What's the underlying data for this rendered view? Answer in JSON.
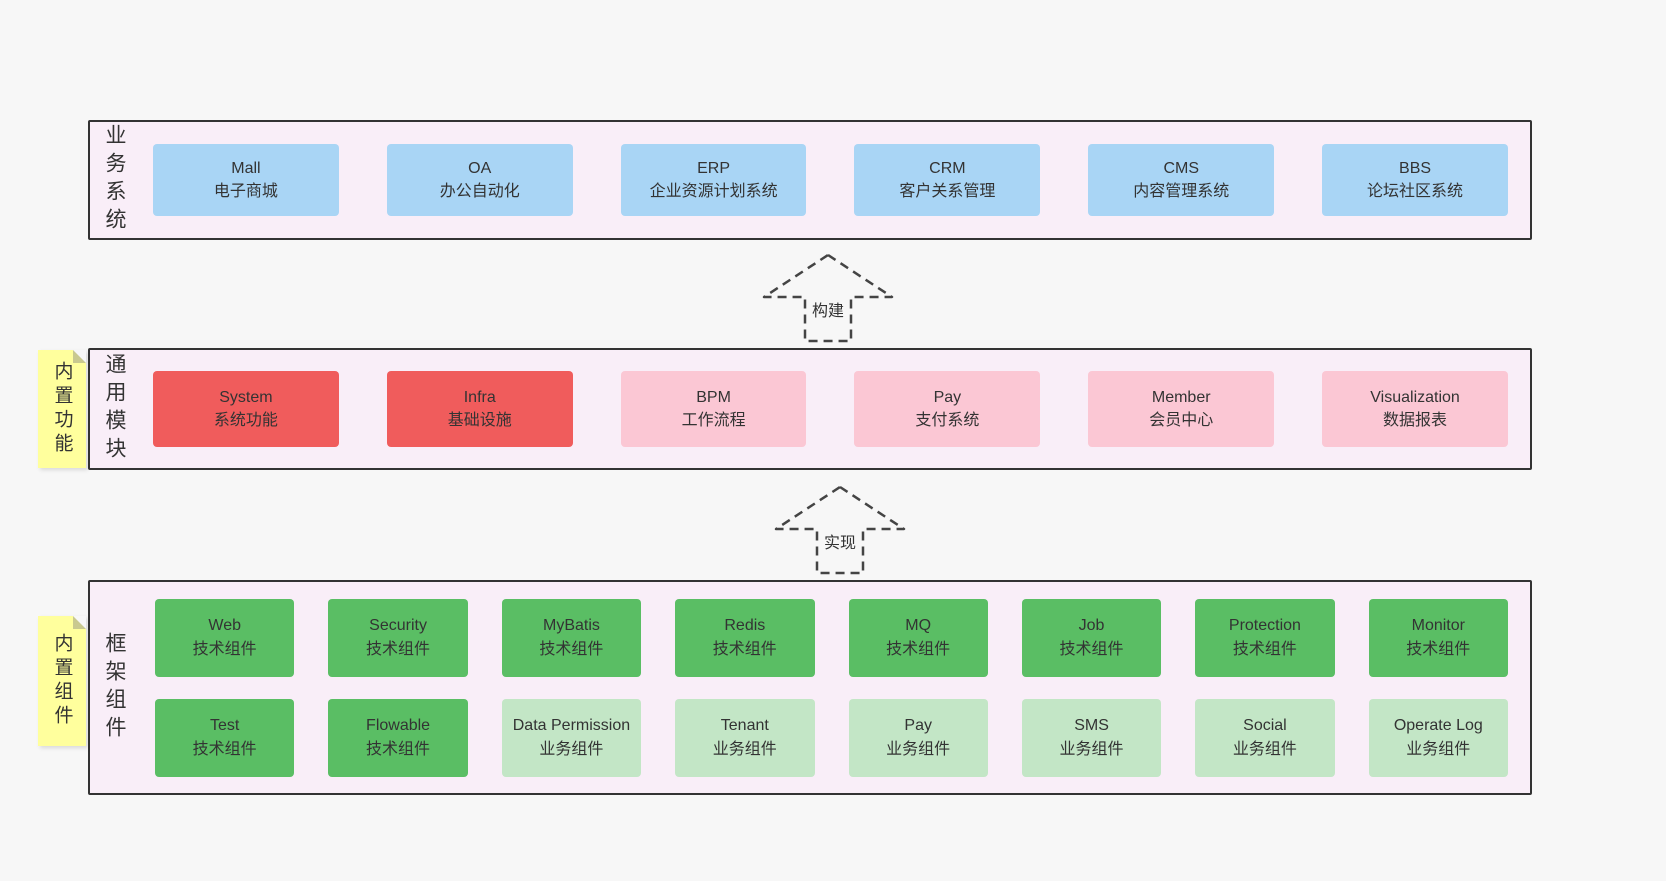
{
  "palette": {
    "page_bg": "#f7f7f7",
    "container_bg": "#f9eef8",
    "container_border": "#333333",
    "blue": "#a9d5f5",
    "red": "#f05c5c",
    "pink": "#fbc7d4",
    "green": "#5abe64",
    "light_green": "#c3e6c6",
    "sticky_yellow": "#ffff9d",
    "text": "#333333"
  },
  "layers": {
    "business": {
      "label": "业务系统",
      "items": [
        {
          "title": "Mall",
          "subtitle": "电子商城"
        },
        {
          "title": "OA",
          "subtitle": "办公自动化"
        },
        {
          "title": "ERP",
          "subtitle": "企业资源计划系统"
        },
        {
          "title": "CRM",
          "subtitle": "客户关系管理"
        },
        {
          "title": "CMS",
          "subtitle": "内容管理系统"
        },
        {
          "title": "BBS",
          "subtitle": "论坛社区系统"
        }
      ]
    },
    "modules": {
      "label": "通用模块",
      "sticky": "内置功能",
      "items": [
        {
          "title": "System",
          "subtitle": "系统功能"
        },
        {
          "title": "Infra",
          "subtitle": "基础设施"
        },
        {
          "title": "BPM",
          "subtitle": "工作流程"
        },
        {
          "title": "Pay",
          "subtitle": "支付系统"
        },
        {
          "title": "Member",
          "subtitle": "会员中心"
        },
        {
          "title": "Visualization",
          "subtitle": "数据报表"
        }
      ]
    },
    "framework": {
      "label": "框架组件",
      "sticky": "内置组件",
      "row1": [
        {
          "title": "Web",
          "subtitle": "技术组件"
        },
        {
          "title": "Security",
          "subtitle": "技术组件"
        },
        {
          "title": "MyBatis",
          "subtitle": "技术组件"
        },
        {
          "title": "Redis",
          "subtitle": "技术组件"
        },
        {
          "title": "MQ",
          "subtitle": "技术组件"
        },
        {
          "title": "Job",
          "subtitle": "技术组件"
        },
        {
          "title": "Protection",
          "subtitle": "技术组件"
        },
        {
          "title": "Monitor",
          "subtitle": "技术组件"
        }
      ],
      "row2": [
        {
          "title": "Test",
          "subtitle": "技术组件"
        },
        {
          "title": "Flowable",
          "subtitle": "技术组件"
        },
        {
          "title": "Data Permission",
          "subtitle": "业务组件"
        },
        {
          "title": "Tenant",
          "subtitle": "业务组件"
        },
        {
          "title": "Pay",
          "subtitle": "业务组件"
        },
        {
          "title": "SMS",
          "subtitle": "业务组件"
        },
        {
          "title": "Social",
          "subtitle": "业务组件"
        },
        {
          "title": "Operate Log",
          "subtitle": "业务组件"
        }
      ]
    }
  },
  "arrows": {
    "build": {
      "label": "构建"
    },
    "implement": {
      "label": "实现"
    }
  }
}
